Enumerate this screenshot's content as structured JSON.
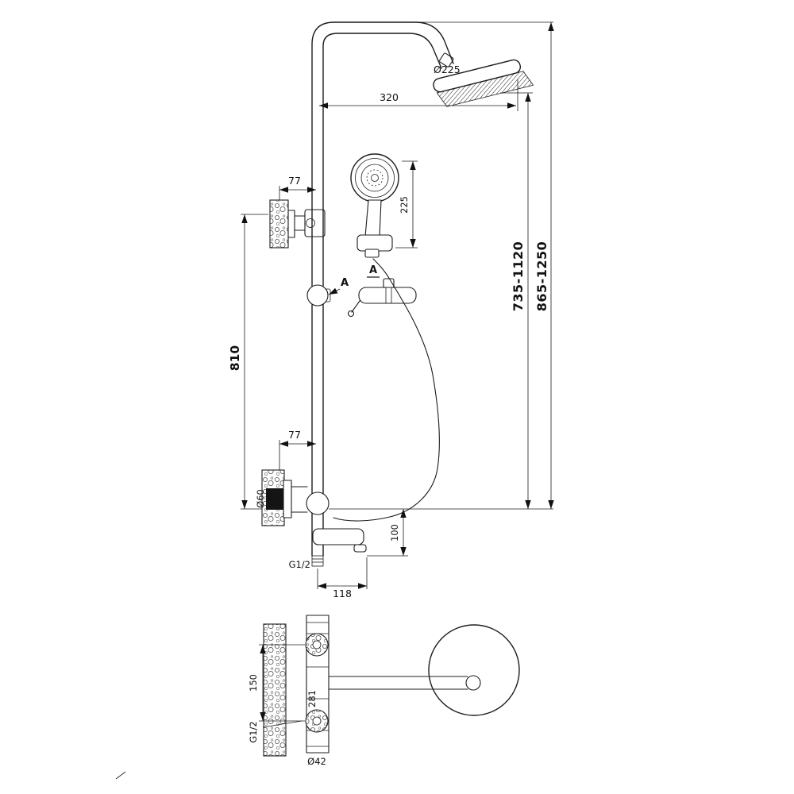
{
  "drawing": {
    "type": "technical-dimension-drawing",
    "subject": "Thermostatic shower column with overhead shower, hand shower and bath spout",
    "units": "mm",
    "line_color": "#1c1c1c",
    "background": "#ffffff"
  },
  "labels": {
    "head_diameter": "Ø225",
    "head_reach": "320",
    "handshower_height": "225",
    "bracket_offset_top": "77",
    "riser_length": "810",
    "detail_pointer": "A",
    "detail_title": "A",
    "range_head_to_outlet": "735-1120",
    "range_total_height": "865-1250",
    "bracket_offset_bottom": "77",
    "escutcheon_diameter": "Ø60",
    "spout_drop": "100",
    "inlet_thread_side": "G1/2",
    "spout_reach": "118",
    "inlet_spacing": "150",
    "arm_reach": "281",
    "inlet_thread_bottom": "G1/2",
    "body_diameter": "Ø42"
  }
}
